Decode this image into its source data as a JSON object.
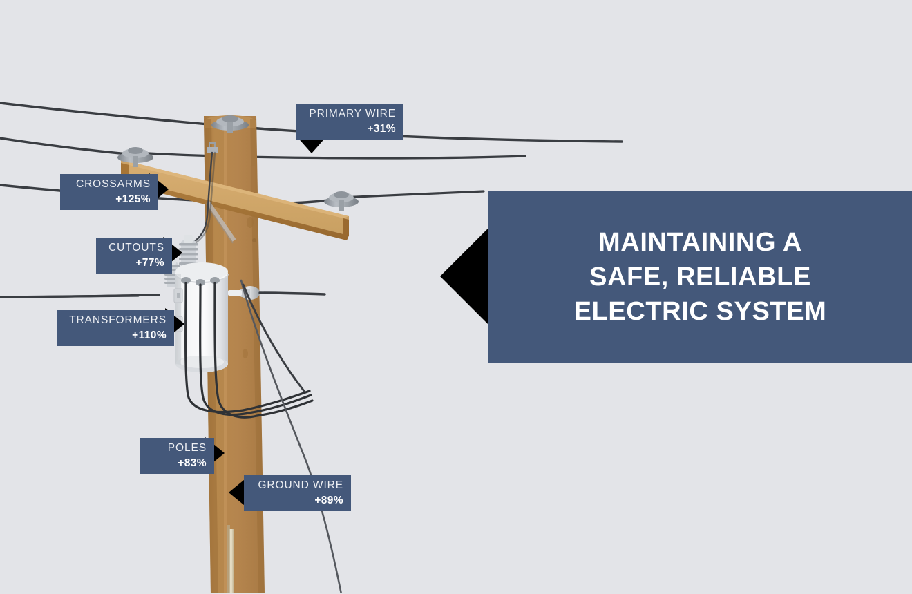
{
  "theme": {
    "background_color": "#e3e4e8",
    "banner_color": "#44587a",
    "label_color": "#44587a",
    "arrow_color": "#000000",
    "pole_color": "#b5854e",
    "crossarm_color": "#c99c5e",
    "wire_color": "#3a3d42",
    "hardware_color": "#9aa0a6",
    "transformer_color": "#f2f3f5"
  },
  "banner": {
    "lines": [
      "MAINTAINING A",
      "SAFE, RELIABLE",
      "ELECTRIC SYSTEM"
    ]
  },
  "callouts": [
    {
      "id": "primary-wire",
      "title": "PRIMARY WIRE",
      "value": "+31%",
      "arrow": "down"
    },
    {
      "id": "crossarms",
      "title": "CROSSARMS",
      "value": "+125%",
      "arrow": "right"
    },
    {
      "id": "cutouts",
      "title": "CUTOUTS",
      "value": "+77%",
      "arrow": "right"
    },
    {
      "id": "transformers",
      "title": "TRANSFORMERS",
      "value": "+110%",
      "arrow": "right"
    },
    {
      "id": "poles",
      "title": "POLES",
      "value": "+83%",
      "arrow": "right"
    },
    {
      "id": "ground-wire",
      "title": "GROUND WIRE",
      "value": "+89%",
      "arrow": "left"
    }
  ],
  "illustration": {
    "alt": "utility distribution pole with crossarm, insulators, cutouts, transformer, service drop and ground wire"
  }
}
